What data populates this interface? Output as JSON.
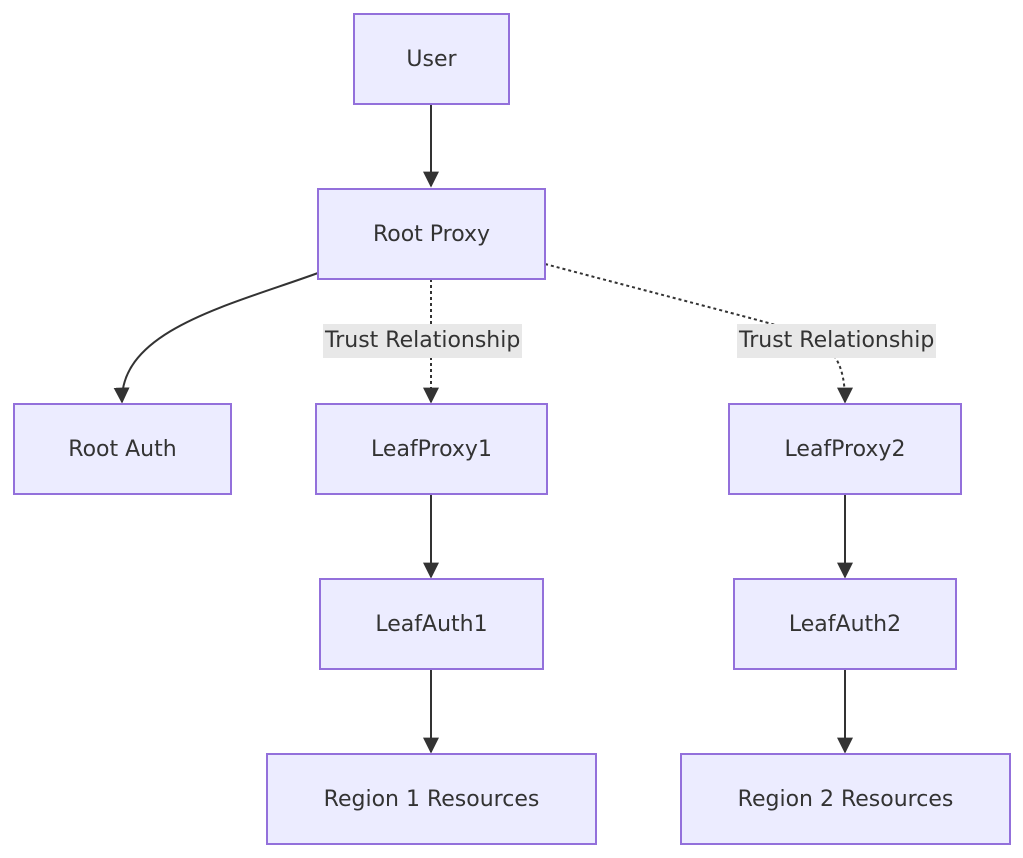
{
  "diagram": {
    "type": "flowchart",
    "direction": "top-down",
    "colors": {
      "node_fill": "#ECECFF",
      "node_border": "#9370DB",
      "text": "#333333",
      "edge": "#333333",
      "edge_label_bg": "#E8E8E8"
    },
    "nodes": {
      "user": "User",
      "root_proxy": "Root Proxy",
      "root_auth": "Root Auth",
      "leaf_proxy1": "LeafProxy1",
      "leaf_proxy2": "LeafProxy2",
      "leaf_auth1": "LeafAuth1",
      "leaf_auth2": "LeafAuth2",
      "region1": "Region 1 Resources",
      "region2": "Region 2 Resources"
    },
    "edges": [
      {
        "from": "User",
        "to": "Root Proxy",
        "style": "solid"
      },
      {
        "from": "Root Proxy",
        "to": "Root Auth",
        "style": "solid"
      },
      {
        "from": "Root Proxy",
        "to": "LeafProxy1",
        "style": "dotted",
        "label": "Trust Relationship"
      },
      {
        "from": "Root Proxy",
        "to": "LeafProxy2",
        "style": "dotted",
        "label": "Trust Relationship"
      },
      {
        "from": "LeafProxy1",
        "to": "LeafAuth1",
        "style": "solid"
      },
      {
        "from": "LeafAuth1",
        "to": "Region 1 Resources",
        "style": "solid"
      },
      {
        "from": "LeafProxy2",
        "to": "LeafAuth2",
        "style": "solid"
      },
      {
        "from": "LeafAuth2",
        "to": "Region 2 Resources",
        "style": "solid"
      }
    ],
    "edge_labels": {
      "trust1": "Trust Relationship",
      "trust2": "Trust Relationship"
    }
  }
}
